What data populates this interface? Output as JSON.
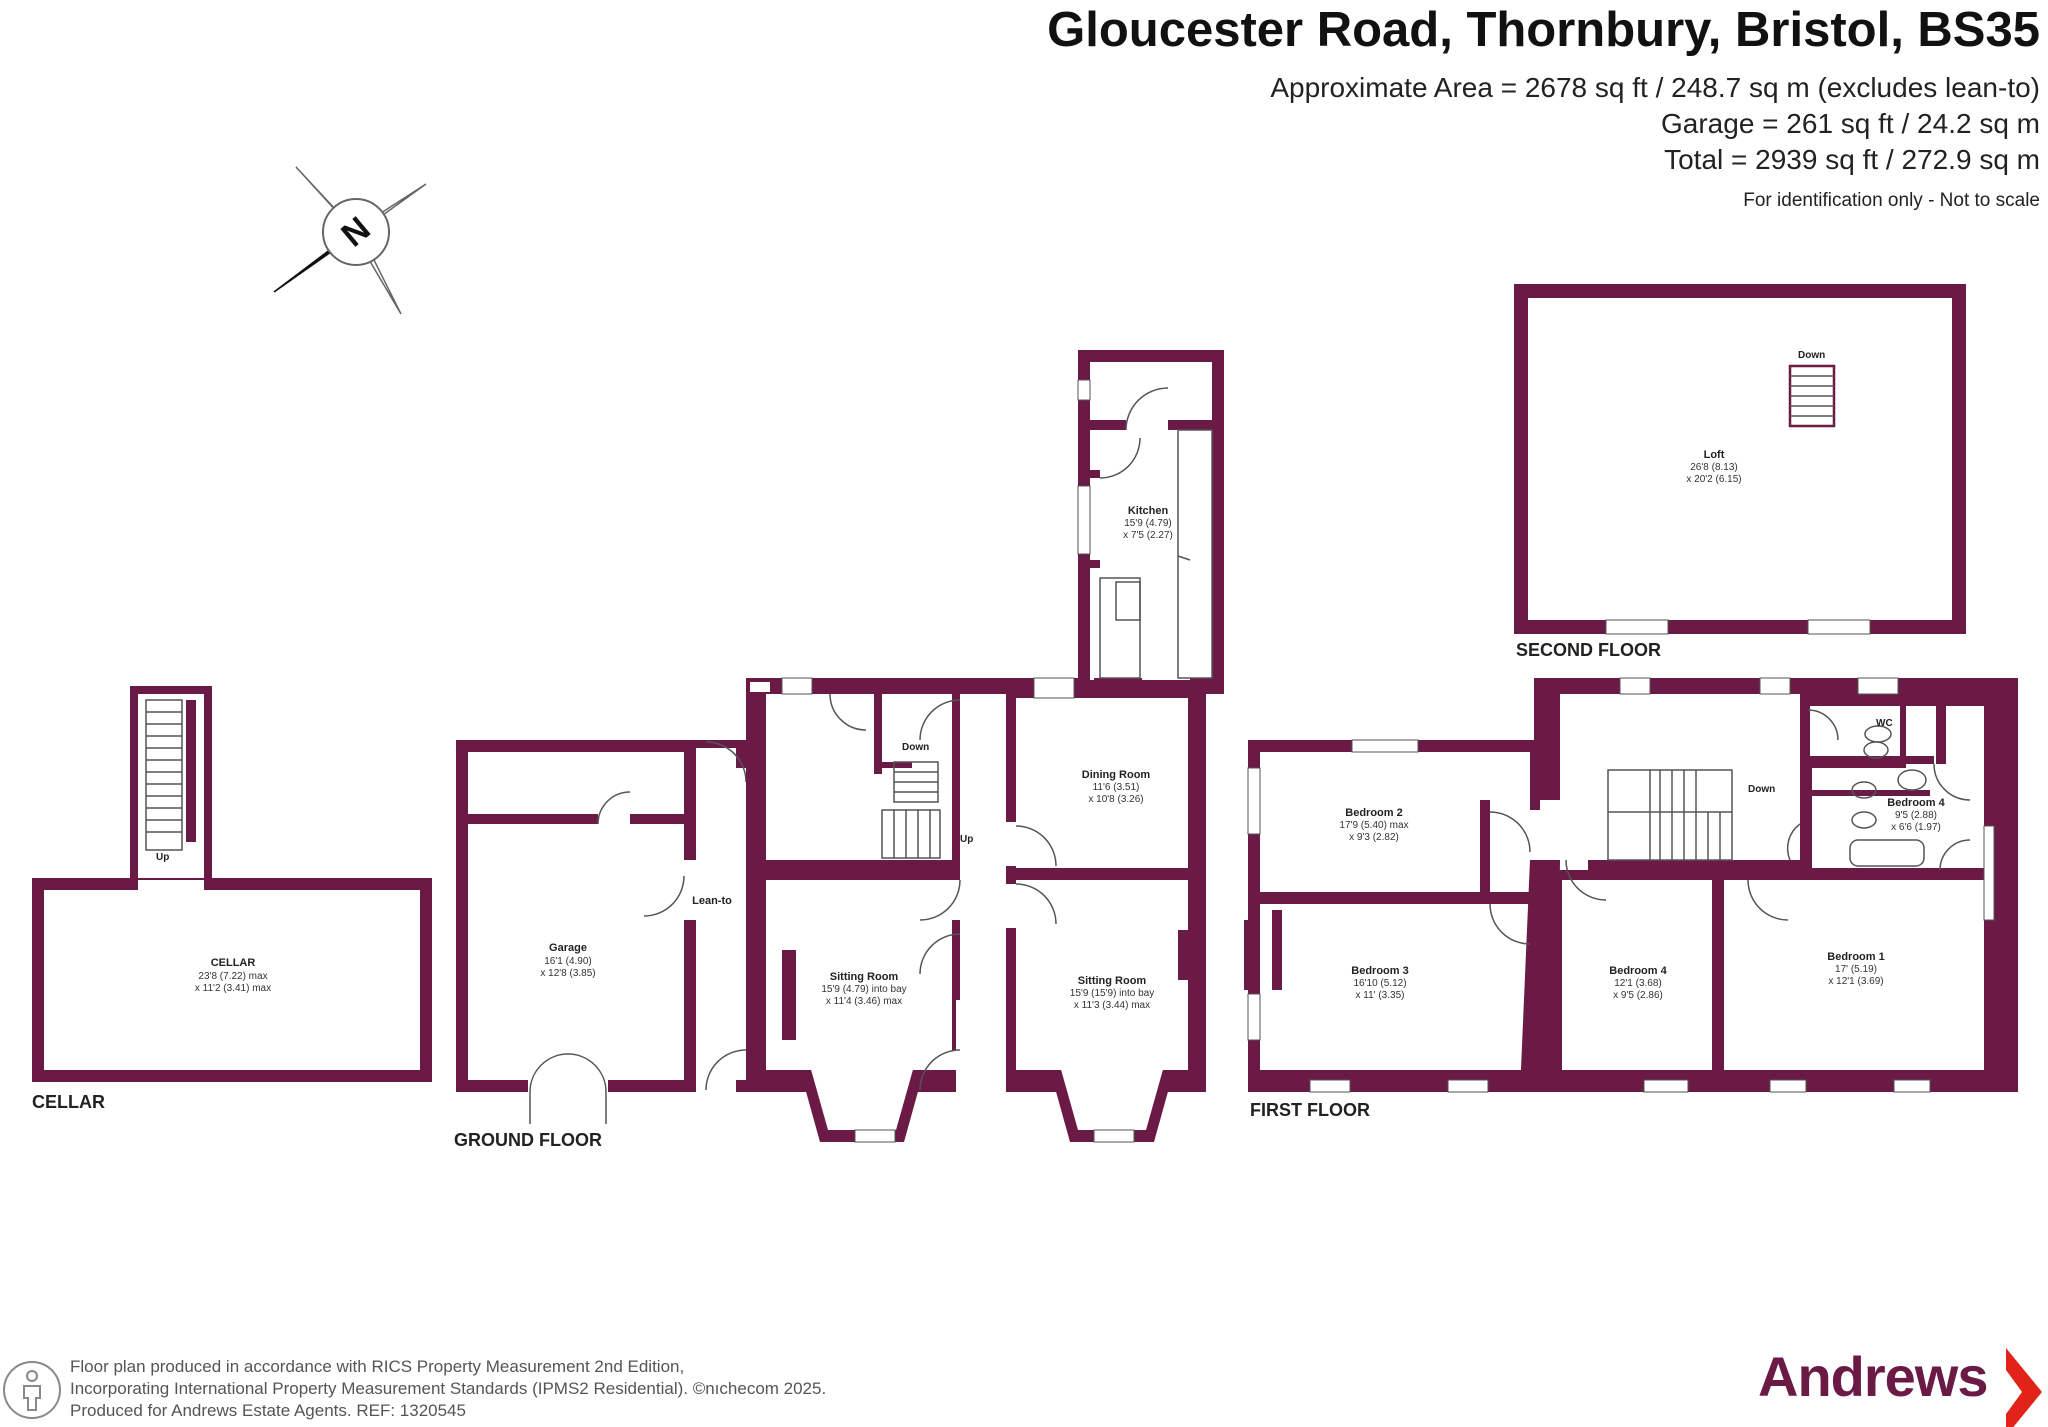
{
  "header": {
    "title": "Gloucester Road, Thornbury, Bristol, BS35",
    "area_lines": [
      "Approximate Area = 2678 sq ft / 248.7 sq m (excludes lean-to)",
      "Garage = 261 sq ft / 24.2 sq m",
      "Total = 2939 sq ft / 272.9 sq m"
    ],
    "note": "For identification only - Not to scale"
  },
  "compass": {
    "letter": "N",
    "icon": "compass-rose-icon"
  },
  "floors": {
    "cellar": "CELLAR",
    "ground": "GROUND FLOOR",
    "first": "FIRST FLOOR",
    "second": "SECOND FLOOR"
  },
  "rooms": {
    "cellar": {
      "name": "CELLAR",
      "dims": [
        "23'8 (7.22) max",
        "x 11'2 (3.41) max"
      ]
    },
    "garage": {
      "name": "Garage",
      "dims": [
        "16'1 (4.90)",
        "x 12'8 (3.85)"
      ]
    },
    "lean_to": {
      "name": "Lean-to"
    },
    "kitchen": {
      "name": "Kitchen",
      "dims": [
        "15'9 (4.79)",
        "x 7'5 (2.27)"
      ]
    },
    "dining": {
      "name": "Dining Room",
      "dims": [
        "11'6 (3.51)",
        "x 10'8 (3.26)"
      ]
    },
    "sitting1": {
      "name": "Sitting Room",
      "dims": [
        "15'9 (4.79) into bay",
        "x 11'4 (3.46) max"
      ]
    },
    "sitting2": {
      "name": "Sitting Room",
      "dims": [
        "15'9 (15'9) into bay",
        "x 11'3 (3.44) max"
      ]
    },
    "bedroom2": {
      "name": "Bedroom 2",
      "dims": [
        "17'9 (5.40) max",
        "x 9'3 (2.82)"
      ]
    },
    "bedroom3": {
      "name": "Bedroom 3",
      "dims": [
        "16'10 (5.12)",
        "x 11' (3.35)"
      ]
    },
    "bedroom4a": {
      "name": "Bedroom 4",
      "dims": [
        "12'1 (3.68)",
        "x 9'5 (2.86)"
      ]
    },
    "bedroom4b": {
      "name": "Bedroom 4",
      "dims": [
        "9'5 (2.88)",
        "x 6'6 (1.97)"
      ]
    },
    "bedroom1": {
      "name": "Bedroom 1",
      "dims": [
        "17' (5.19)",
        "x 12'1 (3.69)"
      ]
    },
    "wc": {
      "name": "WC"
    },
    "loft": {
      "name": "Loft",
      "dims": [
        "26'8 (8.13)",
        "x 20'2 (6.15)"
      ]
    }
  },
  "stairs": {
    "up": "Up",
    "down": "Down"
  },
  "footer": {
    "lines": [
      "Floor plan produced in accordance with RICS Property Measurement 2nd Edition,",
      "Incorporating International Property Measurement Standards (IPMS2 Residential).  ©nıchecom 2025.",
      "Produced for Andrews Estate Agents.    REF: 1320545"
    ],
    "icon": "person-icon"
  },
  "brand": {
    "name": "Andrews",
    "accent": "#e2231a",
    "wall_color": "#6b1a45"
  }
}
